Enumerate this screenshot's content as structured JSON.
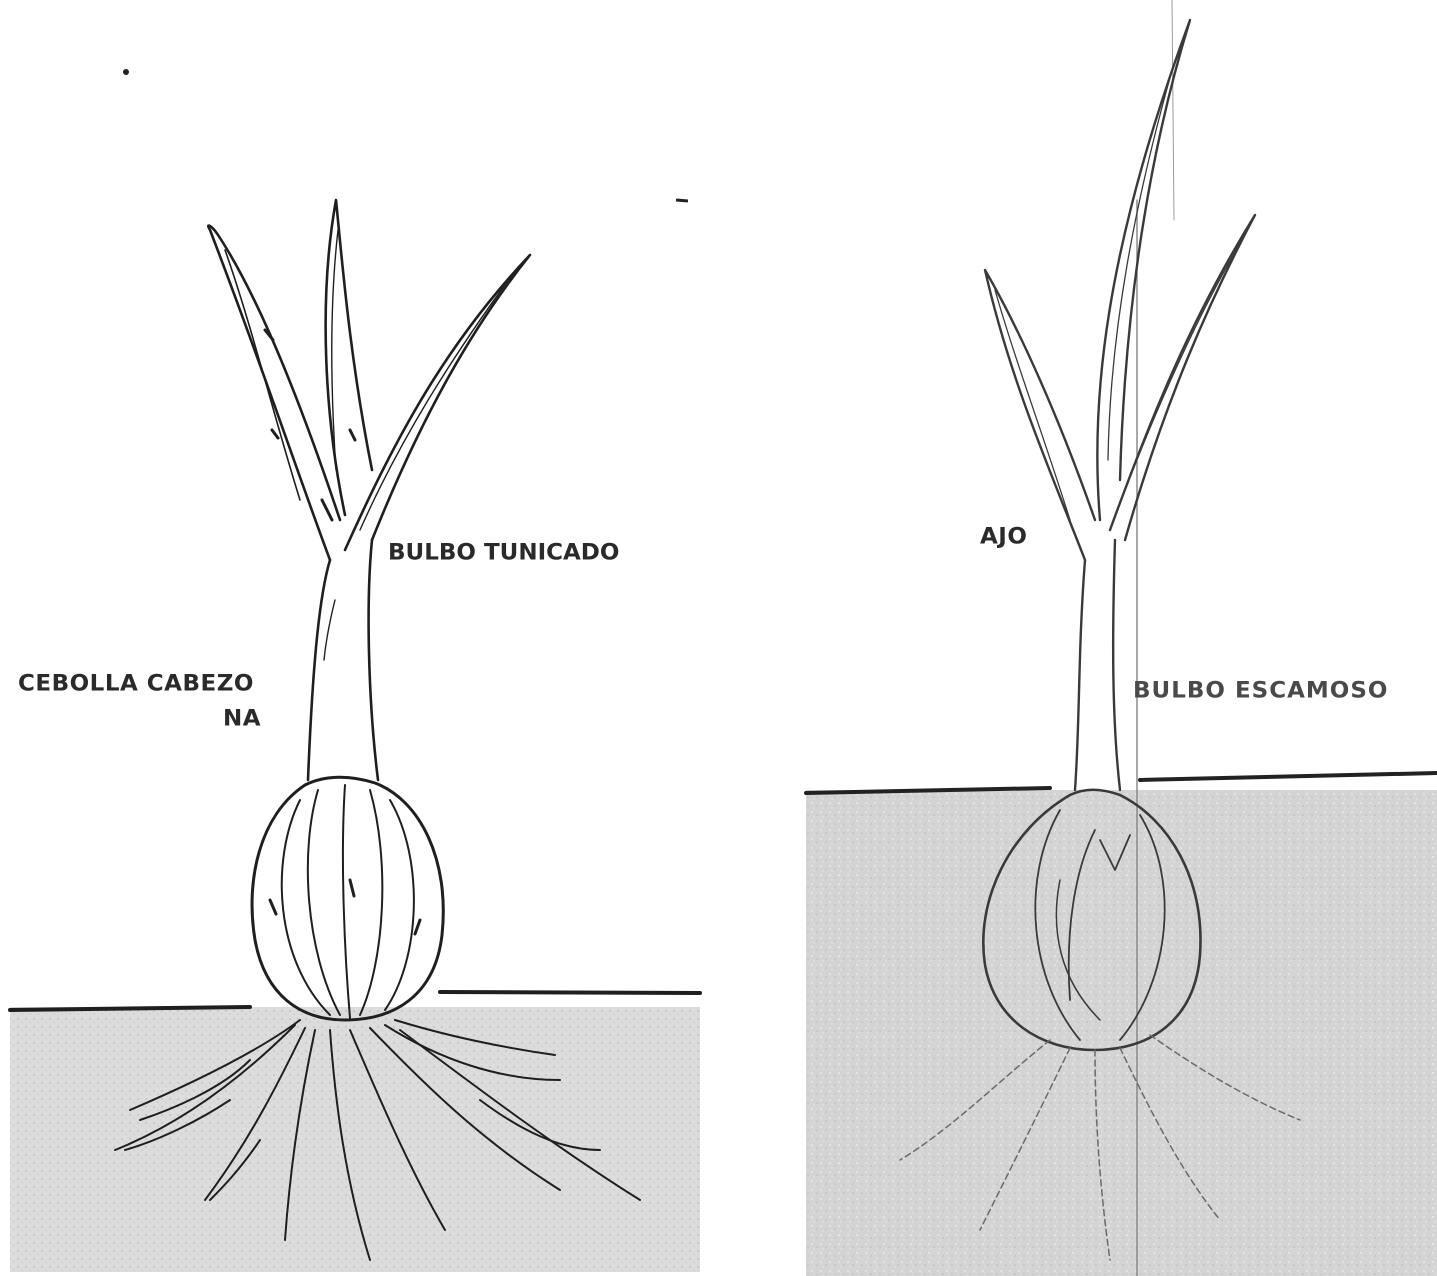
{
  "labels": {
    "onion_name_line1": "CEBOLLA  CABEZO",
    "onion_name_line2": "NA",
    "onion_bulb_type": "BULBO TUNICADO",
    "garlic_name": "AJO",
    "garlic_bulb_type": "BULBO ESCAMOSO"
  },
  "colors": {
    "ink": "#1a1a1a",
    "soil": "#d9d9d9",
    "soil_dark": "#c9c9c9",
    "paper": "#ffffff"
  }
}
